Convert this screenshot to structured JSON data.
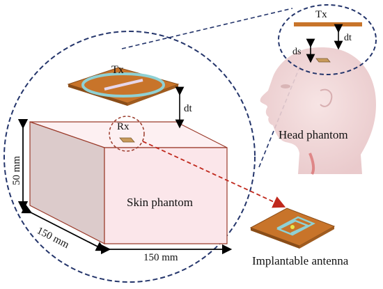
{
  "labels": {
    "tx_main": "Tx",
    "tx_inset": "Tx",
    "rx": "Rx",
    "dt_main": "dt",
    "dt_inset": "dt",
    "ds_inset": "ds",
    "head_phantom": "Head phantom",
    "skin_phantom": "Skin phantom",
    "dim_height": "50 mm",
    "dim_depth": "150 mm",
    "dim_width": "150 mm",
    "implantable_antenna": "Implantable antenna"
  },
  "colors": {
    "dashed_circle": "#24356b",
    "copper": "#c8742a",
    "coil": "#8fd1d4",
    "box_front": "#fbe6ea",
    "box_side": "#d9c8c8",
    "box_edge": "#9a3a2a",
    "red_arrow": "#c0281c"
  }
}
